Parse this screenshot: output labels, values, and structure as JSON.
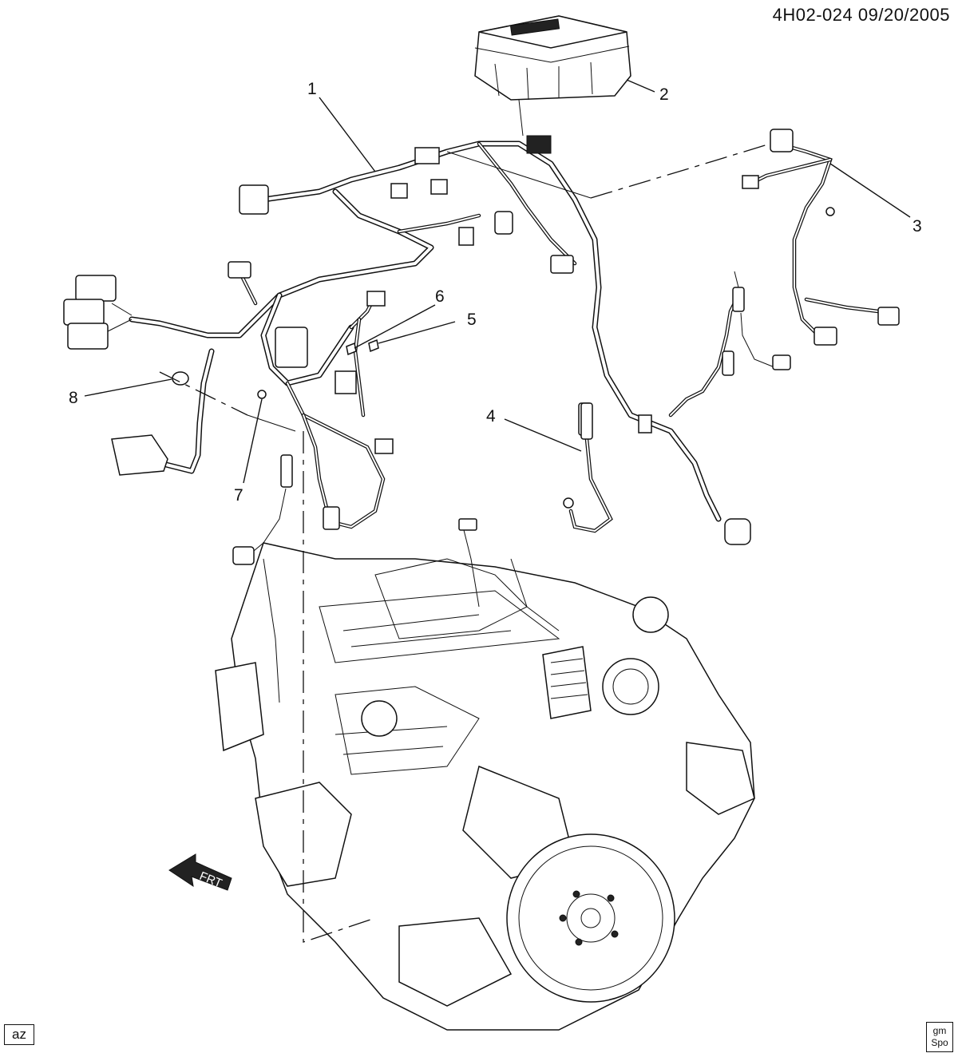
{
  "header": {
    "reference_code": "4H02-024  09/20/2005"
  },
  "callouts": [
    "1",
    "2",
    "3",
    "4",
    "5",
    "6",
    "7",
    "8"
  ],
  "icons": {
    "front_arrow": "front-direction-arrow-icon",
    "front_arrow_text": "FRT"
  },
  "footer": {
    "left_badge": "az",
    "right_logo_line1": "gm",
    "right_logo_line2": "Spo"
  }
}
